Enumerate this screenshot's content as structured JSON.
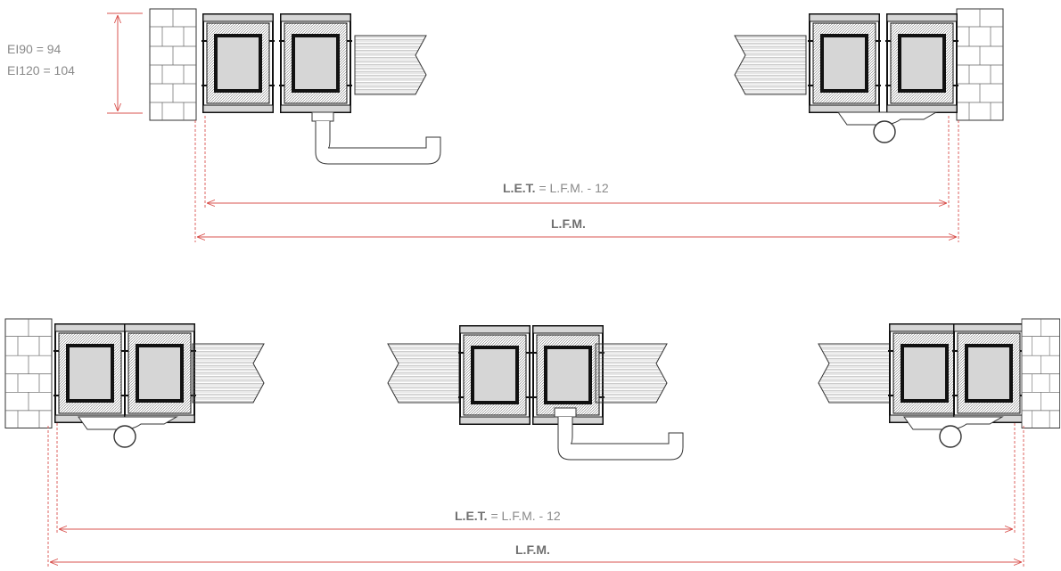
{
  "top": {
    "wall_thickness_label_1": "EI90 = 94",
    "wall_thickness_label_2": "EI120 = 104",
    "let_bold": "L.E.T.",
    "let_rest": " = L.F.M. - 12",
    "lfm": "L.F.M."
  },
  "bottom": {
    "let_bold": "L.E.T.",
    "let_rest": " = L.F.M. - 12",
    "lfm": "L.F.M."
  },
  "colors": {
    "dimension": "#d9534f",
    "label": "#8a8a8a",
    "profile": "#1a1a1a",
    "glazing": "#d6d6d6"
  }
}
